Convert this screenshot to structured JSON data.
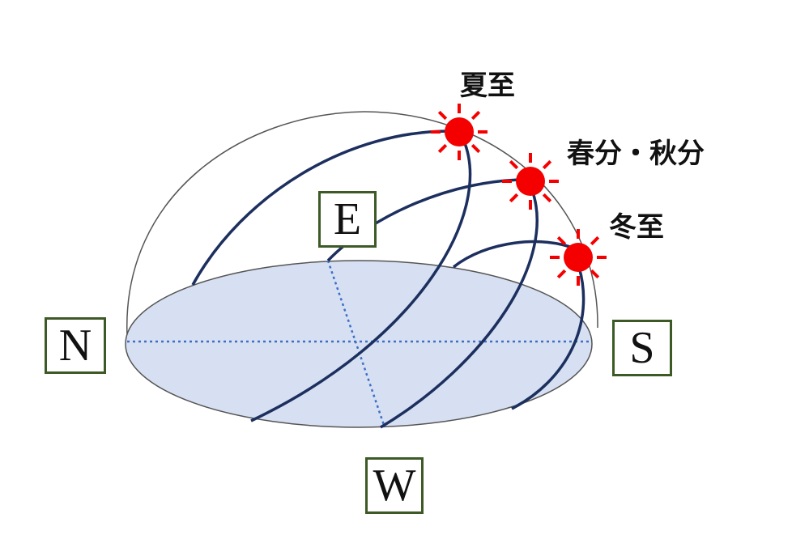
{
  "labels": {
    "summer_solstice": "夏至",
    "equinox": "春分・秋分",
    "winter_solstice": "冬至"
  },
  "directions": {
    "north": "N",
    "south": "S",
    "east": "E",
    "west": "W"
  },
  "colors": {
    "sun": "#f50000",
    "path": "#1c2f5e",
    "ground": "#d6e0f2",
    "box_border": "#3d5a26",
    "dotted": "#3f6fc4"
  }
}
